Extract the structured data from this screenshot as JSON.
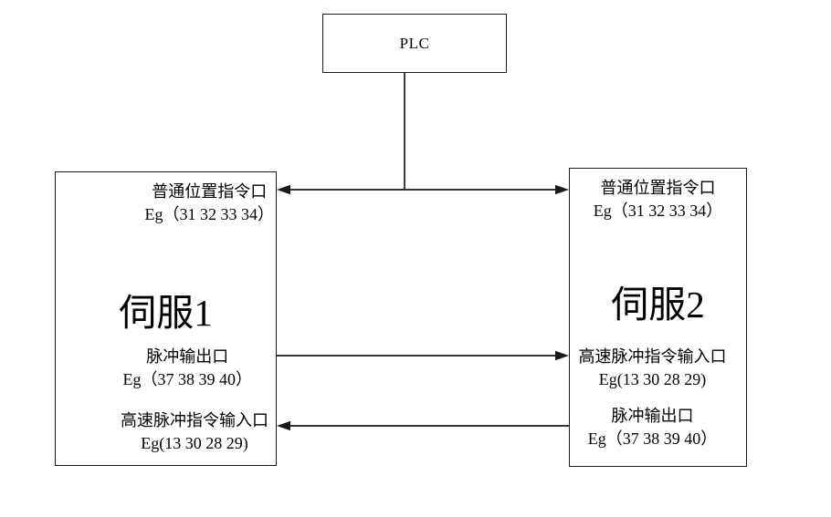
{
  "plc": {
    "label": "PLC"
  },
  "servo1": {
    "title": "伺服1",
    "ports": [
      {
        "name": "普通位置指令口",
        "eg": "Eg（31 32 33 34）"
      },
      {
        "name": "脉冲输出口",
        "eg": "Eg（37 38 39 40）"
      },
      {
        "name": "高速脉冲指令输入口",
        "eg": "Eg(13 30 28 29)"
      }
    ]
  },
  "servo2": {
    "title": "伺服2",
    "ports": [
      {
        "name": "普通位置指令口",
        "eg": "Eg（31 32 33 34）"
      },
      {
        "name": "高速脉冲指令输入口",
        "eg": "Eg(13 30 28 29)"
      },
      {
        "name": "脉冲输出口",
        "eg": "Eg（37 38 39 40）"
      }
    ]
  },
  "connections": [
    {
      "from": "PLC",
      "to": "普通位置指令口 (伺服1 与 伺服2)",
      "direction": "bidirectional"
    },
    {
      "from": "伺服1 脉冲输出口",
      "to": "伺服2 高速脉冲指令输入口",
      "direction": "right"
    },
    {
      "from": "伺服2 脉冲输出口",
      "to": "伺服1 高速脉冲指令输入口",
      "direction": "left"
    }
  ],
  "colors": {
    "line": "#1a1a1a",
    "background": "#ffffff",
    "text": "#000000"
  }
}
